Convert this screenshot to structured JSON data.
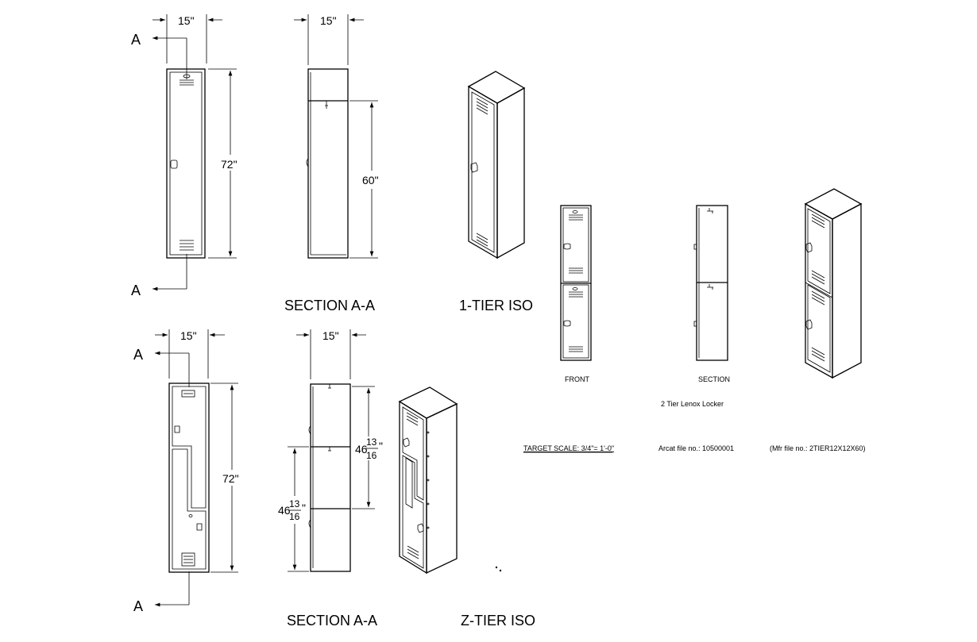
{
  "dimensions": {
    "width_15": "15\"",
    "height_72": "72\"",
    "height_60": "60\"",
    "tier_whole": "46",
    "tier_num": "13",
    "tier_den": "16",
    "inch": "\""
  },
  "section_mark": "A",
  "labels": {
    "section_top": "SECTION A-A",
    "iso_1tier": "1-TIER ISO",
    "section_bottom": "SECTION A-A",
    "iso_ztier": "Z-TIER ISO",
    "front": "FRONT",
    "section_small": "SECTION",
    "title_2tier": "2 Tier Lenox Locker"
  },
  "notes": {
    "target_scale": "TARGET SCALE: 3/4\"= 1'-0\"",
    "arcat_file": "Arcat file no.: 10500001",
    "mfr_file": "(Mfr file no.: 2TIER12X12X60)"
  }
}
